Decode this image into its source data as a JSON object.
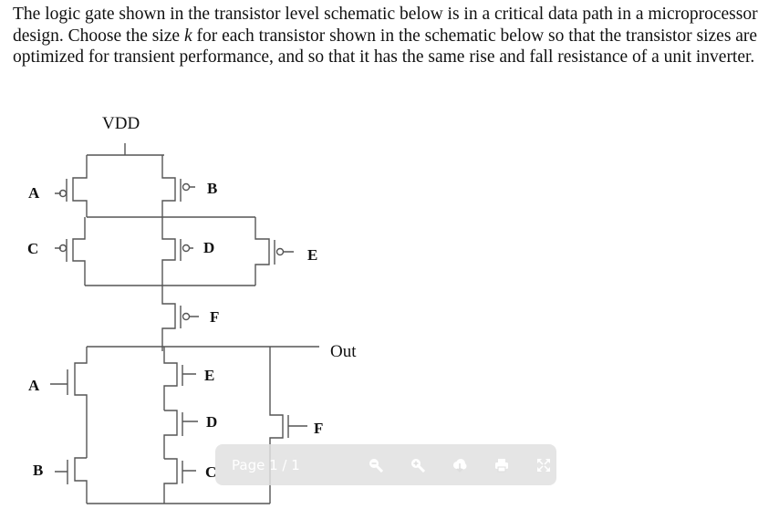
{
  "question": "The logic gate shown in the transistor level schematic below is in a critical data path in a microprocessor design. Choose the size k for each transistor shown in the schematic below so that the transistor sizes are optimized for transient performance, and so that it has the same rise and fall resistance of a unit inverter.",
  "question_parts": {
    "before_k": "The logic gate shown in the transistor level schematic below is in a critical data path in a microprocessor design. Choose the size ",
    "k": "k",
    "after_k": " for each transistor shown in the schematic below so that the transistor sizes are optimized for transient performance, and so that it has the same rise and fall resistance of a unit inverter."
  },
  "schematic": {
    "supply": "VDD",
    "output": "Out",
    "pmos": {
      "A": "A",
      "B": "B",
      "C": "C",
      "D": "D",
      "E": "E",
      "F": "F"
    },
    "nmos": {
      "A": "A",
      "B": "B",
      "C": "C",
      "D": "D",
      "E": "E",
      "F": "F"
    }
  },
  "viewer_toolbar": {
    "page_indicator": "Page 1 / 1",
    "icons": [
      "zoom-out-icon",
      "zoom-in-icon",
      "download-icon",
      "print-icon",
      "fullscreen-icon"
    ]
  }
}
